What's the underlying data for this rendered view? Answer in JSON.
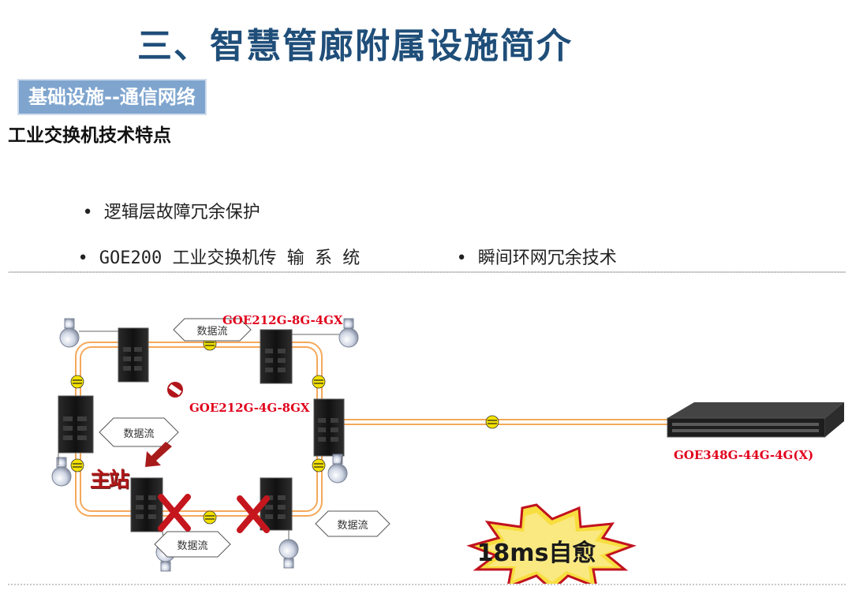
{
  "title": "三、智慧管廊附属设施简介",
  "tag": "基础设施--通信网络",
  "subtitle": "工业交换机技术特点",
  "bullets": {
    "b1": "逻辑层故障冗余保护",
    "b2": "GOE200 工业交换机传 输 系 统",
    "b3": "瞬间环网冗余技术",
    "dot": "•"
  },
  "diagram": {
    "label_top": "GOE212G-8G-4GX",
    "label_mid": "GOE212G-4G-8GX",
    "label_right": "GOE348G-44G-4G(X)",
    "dataflow_1": "数据流",
    "dataflow_2": "数据流",
    "dataflow_3": "数据流",
    "dataflow_4": "数据流",
    "main_station": "主站",
    "heal": "18ms自愈"
  }
}
